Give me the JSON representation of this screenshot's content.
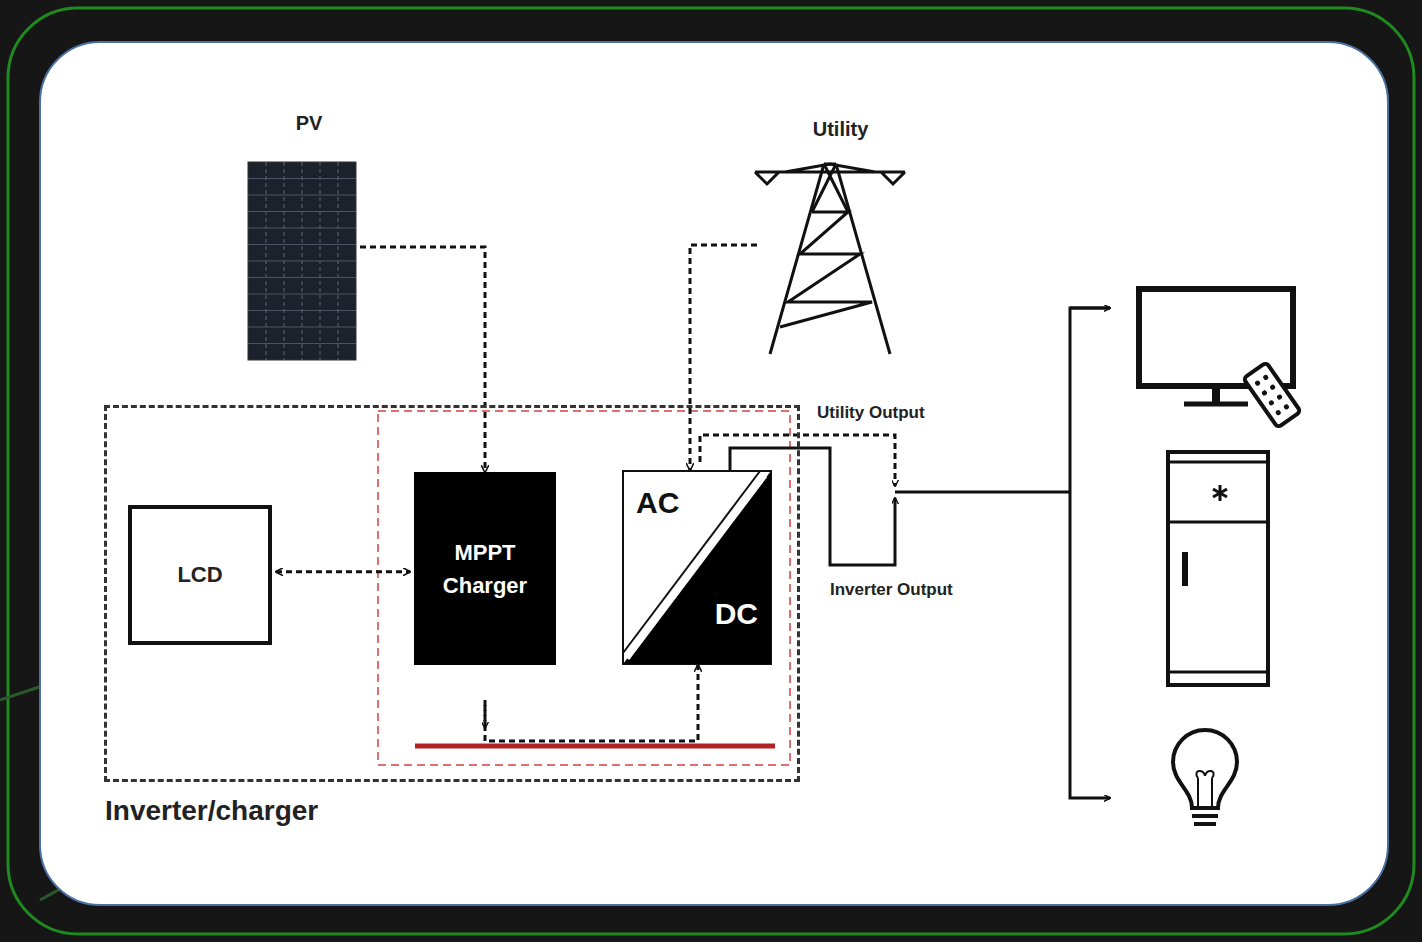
{
  "diagram": {
    "nodes": [
      {
        "text": [
          "Inverter/charger"
        ]
      },
      {
        "text": [
          "LCD"
        ],
        "in": 0
      },
      {
        "text": [
          "MPPT Charger"
        ],
        "in": 0
      },
      {
        "text": [
          "AC",
          "DC"
        ],
        "in": 0
      },
      {
        "text": [
          "PV"
        ]
      },
      {
        "text": [
          "Utility"
        ]
      }
    ],
    "edges": [
      {
        "from": 1,
        "to": 2,
        "arrow": "both"
      },
      {
        "from": 4,
        "to": 2,
        "arrow": "to"
      },
      {
        "from": 5,
        "to": 3,
        "arrow": "to"
      },
      {
        "from": 2,
        "to": 3,
        "arrow": "to"
      }
    ],
    "labels": [
      "Utility Output",
      "Inverter Output"
    ]
  }
}
